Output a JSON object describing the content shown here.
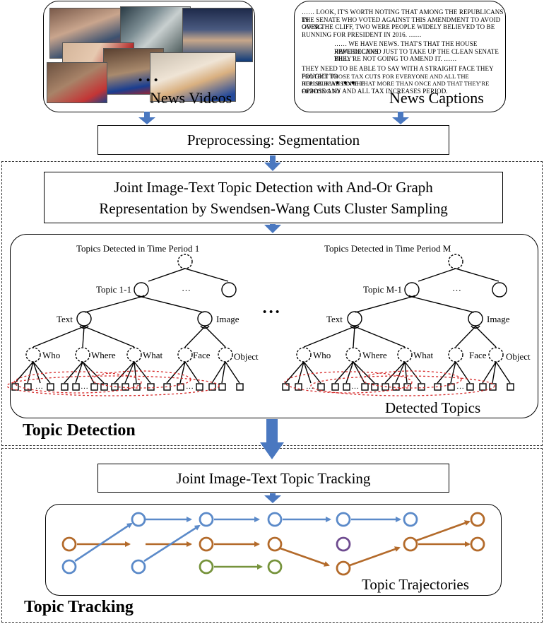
{
  "inputs": {
    "videos_label": "News Videos",
    "captions_label": "News Captions",
    "videos_ellipsis": "• • •",
    "captions_ellipsis": "• • •",
    "caption_lines": [
      "…… LOOK, IT'S WORTH NOTING THAT AMONG THE REPUBLICANS IN",
      "THE SENATE WHO VOTED AGAINST THIS AMENDMENT TO AVOID GOING",
      "OVER THE CLIFF, TWO WERE PEOPLE WIDELY BELIEVED TO BE",
      "RUNNING FOR PRESIDENT IN 2016. ……",
      "…… WE HAVE NEWS. THAT'S THAT THE HOUSE REPUBLICANS",
      "HAVE DECIDED JUST TO TAKE UP THE CLEAN SENATE BILL.",
      "THEY'RE NOT GOING TO AMEND IT. ……",
      "THEY NEED TO BE ABLE TO SAY WITH A STRAIGHT FACE THEY FOUGHT TO",
      "PROTECT THOSE TAX CUTS FOR EVERYONE AND ALL THE REPUBLICANS IN THE",
      "HOUSE HAVE DONE THAT MORE THAN ONCE AND THAT THEY'RE FIGHTING TO",
      "OPPOSE ANY AND ALL TAX INCREASES PERIOD."
    ]
  },
  "steps": {
    "preprocessing": "Preprocessing: Segmentation",
    "detection_line1": "Joint Image-Text Topic Detection with And-Or Graph",
    "detection_line2": "Representation by Swendsen-Wang Cuts Cluster Sampling",
    "tracking": "Joint Image-Text Topic Tracking"
  },
  "detection_panel": {
    "period_1_title": "Topics Detected in Time Period 1",
    "period_m_title": "Topics Detected in Time Period M",
    "topic_1_label": "Topic 1-1",
    "topic_m_label": "Topic M-1",
    "ellipsis_small": "…",
    "ellipsis_big": "• • •",
    "text_label": "Text",
    "image_label": "Image",
    "who_label": "Who",
    "where_label": "Where",
    "what_label": "What",
    "face_label": "Face",
    "object_label": "Object",
    "footer": "Detected Topics"
  },
  "tracking_panel": {
    "footer": "Topic Trajectories"
  },
  "sections": {
    "detection": "Topic Detection",
    "tracking": "Topic Tracking"
  },
  "colors": {
    "arrow_blue": "#4a78c0",
    "blue_node": "#5b8ac9",
    "brown_node": "#b36a2a",
    "green_node": "#76933c",
    "purple_node": "#6e4b8f",
    "red_dashed": "#d62b2b"
  }
}
